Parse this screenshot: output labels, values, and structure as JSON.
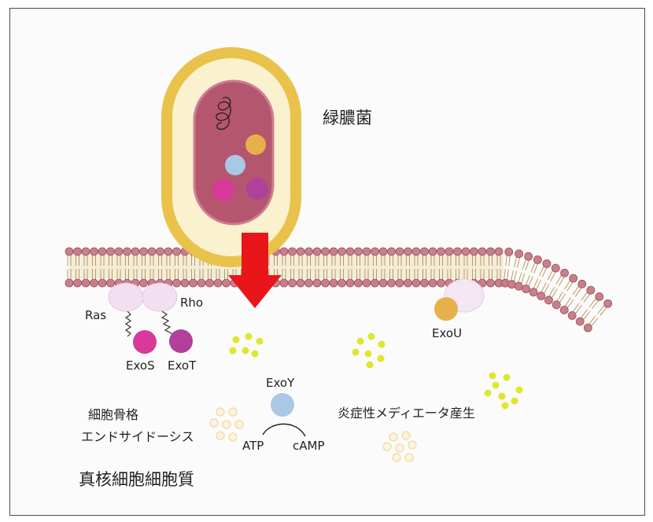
{
  "labels": {
    "bacterium": "緑膿菌",
    "ras": "Ras",
    "rho": "Rho",
    "exos": "ExoS",
    "exot": "ExoT",
    "exou": "ExoU",
    "exoy": "ExoY",
    "atp": "ATP",
    "camp": "cAMP",
    "cytoskeleton_line1": "細胞骨格",
    "cytoskeleton_line2": "エンドサイドーシス",
    "inflammatory": "炎症性メディエータ産生",
    "cytoplasm": "真核細胞細胞質"
  },
  "colors": {
    "capsule_outer": "#e8c24a",
    "capsule_inner": "#faf1cf",
    "cytoplasm_body": "#b5566f",
    "exos_toxin": "#d8389a",
    "exot_toxin": "#b0409a",
    "exou_toxin": "#e6b04a",
    "exoy_toxin": "#a9c8e6",
    "gtpase": "#f2dff0",
    "membrane_head": "#c97f8a",
    "membrane_tail": "#e9dcae",
    "arrow": "#e8161a",
    "mediator": "#dfe62e",
    "mediator_faint": "#f1dfb2"
  }
}
